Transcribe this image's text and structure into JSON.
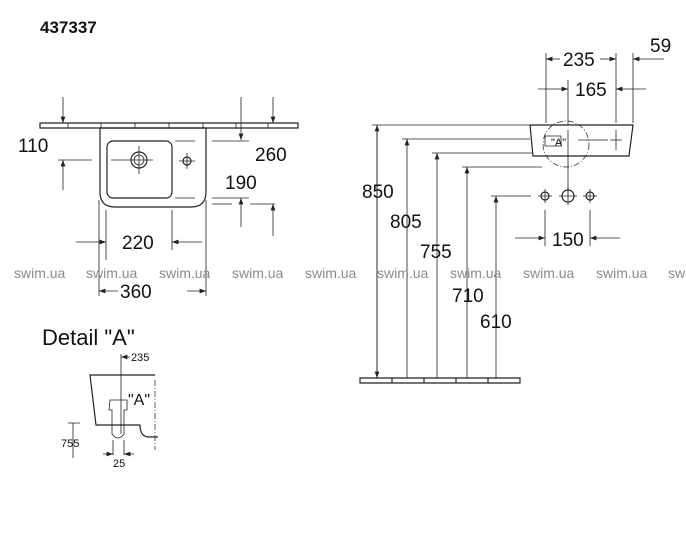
{
  "title": "437337",
  "plan_view": {
    "dims": [
      "110",
      "260",
      "190",
      "220",
      "360"
    ]
  },
  "elevation_view": {
    "dims_top": [
      "235",
      "165",
      "59"
    ],
    "heights": [
      "850",
      "805",
      "755",
      "710",
      "610"
    ],
    "spacing": "150",
    "detail_marker": "\"A\""
  },
  "detail": {
    "title": "Detail \"A\"",
    "marker": "\"A\"",
    "dims": [
      "235",
      "755",
      "25"
    ]
  },
  "watermark": "swim.ua",
  "colors": {
    "line": "#222222",
    "watermark": "#8a8a8a"
  }
}
